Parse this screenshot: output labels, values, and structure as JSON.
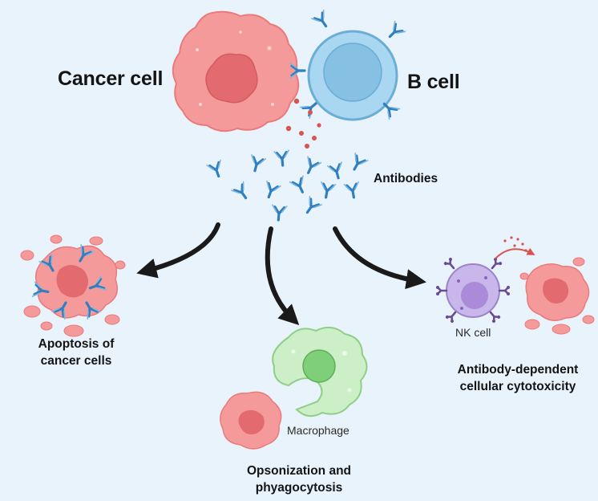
{
  "labels": {
    "cancer_cell": "Cancer cell",
    "b_cell": "B cell",
    "antibodies": "Antibodies",
    "apoptosis_line1": "Apoptosis of",
    "apoptosis_line2": "cancer cells",
    "opsonization_line1": "Opsonization and",
    "opsonization_line2": "phyagocytosis",
    "macrophage": "Macrophage",
    "nk_cell": "NK cell",
    "adcc_line1": "Antibody-dependent",
    "adcc_line2": "cellular cytotoxicity"
  },
  "icons": [
    "cancer-cell-icon",
    "b-cell-icon",
    "antibody-icon",
    "macrophage-icon",
    "nk-cell-icon",
    "arrow-icon"
  ],
  "colors": {
    "background": "#e9f3fb",
    "cancer_cell": "#f59a9a",
    "cancer_nucleus": "#e36b6f",
    "b_cell": "#a9d6f0",
    "antibody": "#2f7fc1",
    "macrophage": "#cdefc8",
    "nk_cell": "#c9b6ea",
    "nk_receptor": "#6a4c93",
    "arrow": "#1a1a1a",
    "release_dots": "#d9534f"
  }
}
